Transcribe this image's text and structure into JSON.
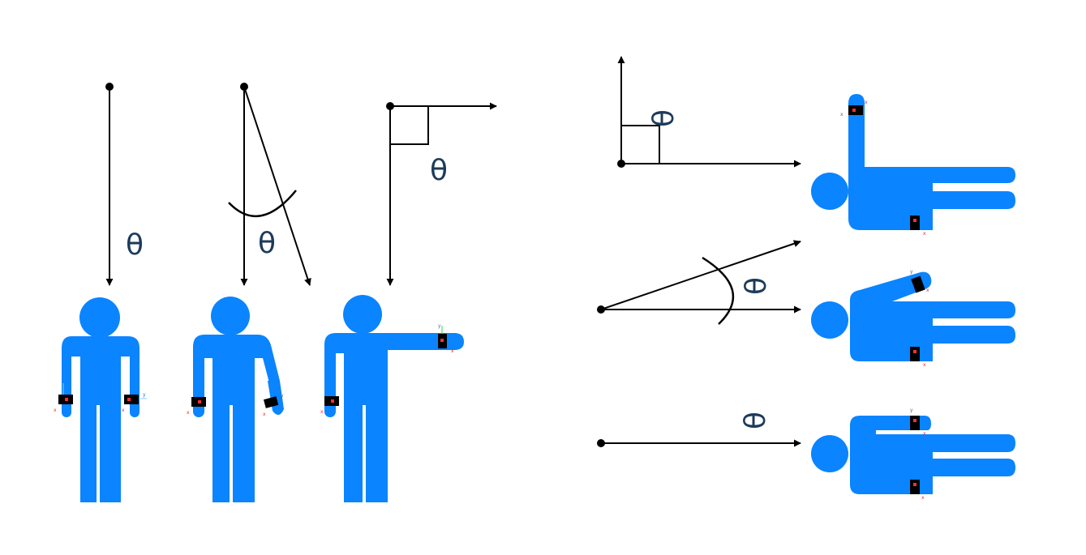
{
  "colors": {
    "figure": "#0a84ff",
    "line": "#000000",
    "label": "#1c3b5a",
    "sensor": "#000000"
  },
  "angle_symbol": "θ",
  "left_group": {
    "orientation": "standing",
    "poses": [
      "arm-down",
      "arm-partly-raised",
      "arm-horizontal"
    ]
  },
  "right_group": {
    "orientation": "lying",
    "poses": [
      "arm-vertical",
      "arm-angled",
      "arm-at-side"
    ]
  }
}
